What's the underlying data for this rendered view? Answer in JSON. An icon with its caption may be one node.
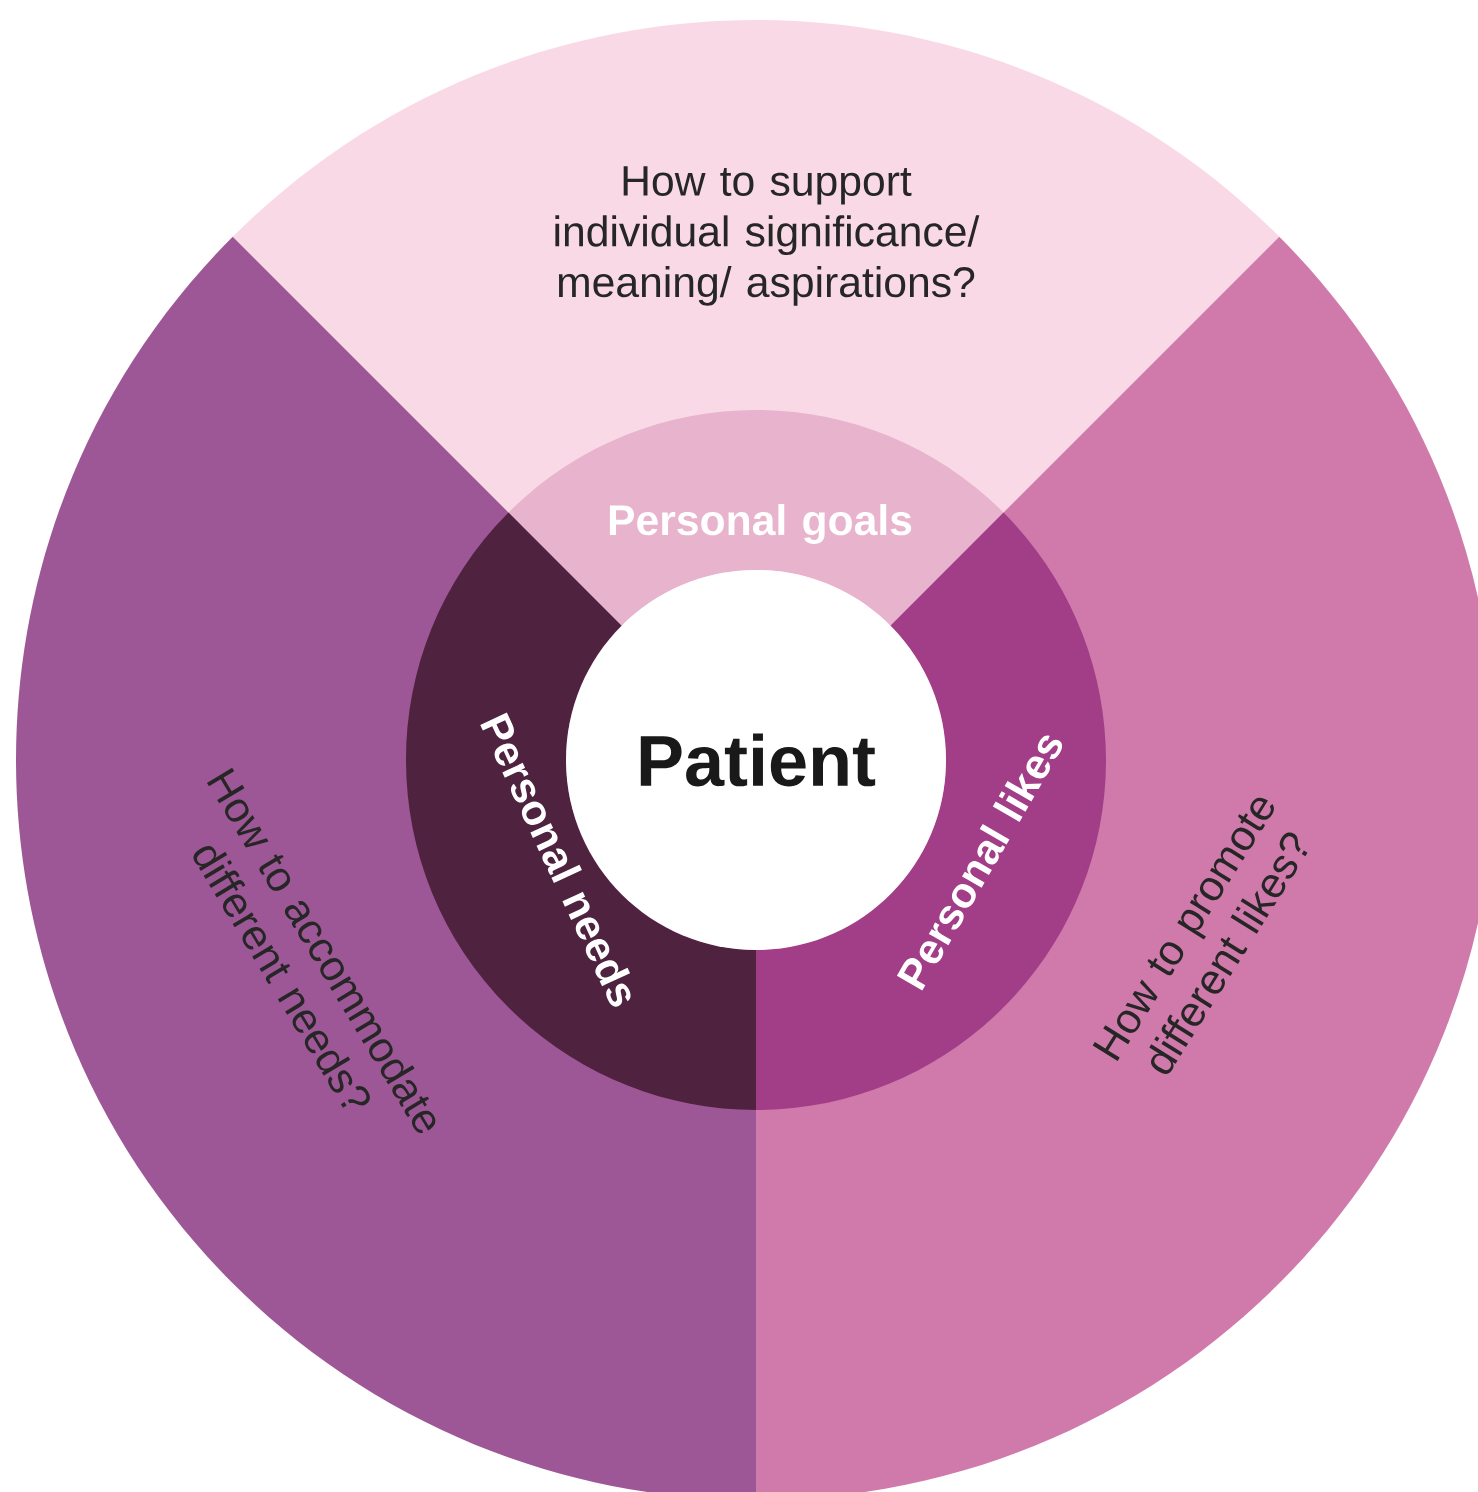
{
  "diagram": {
    "nodes": [
      {
        "text": [
          "How to support individual significance/ meaning/ aspirations?"
        ]
      },
      {
        "text": [
          "Personal goals"
        ],
        "in": 0
      },
      {
        "text": [
          "Personal needs"
        ],
        "in": 5
      },
      {
        "text": [
          "Patient"
        ]
      },
      {
        "text": [
          "Personal likes"
        ],
        "in": 6
      },
      {
        "text": [
          "How to accommodate different needs?"
        ]
      },
      {
        "text": [
          "How to promote different likes?"
        ]
      }
    ]
  }
}
